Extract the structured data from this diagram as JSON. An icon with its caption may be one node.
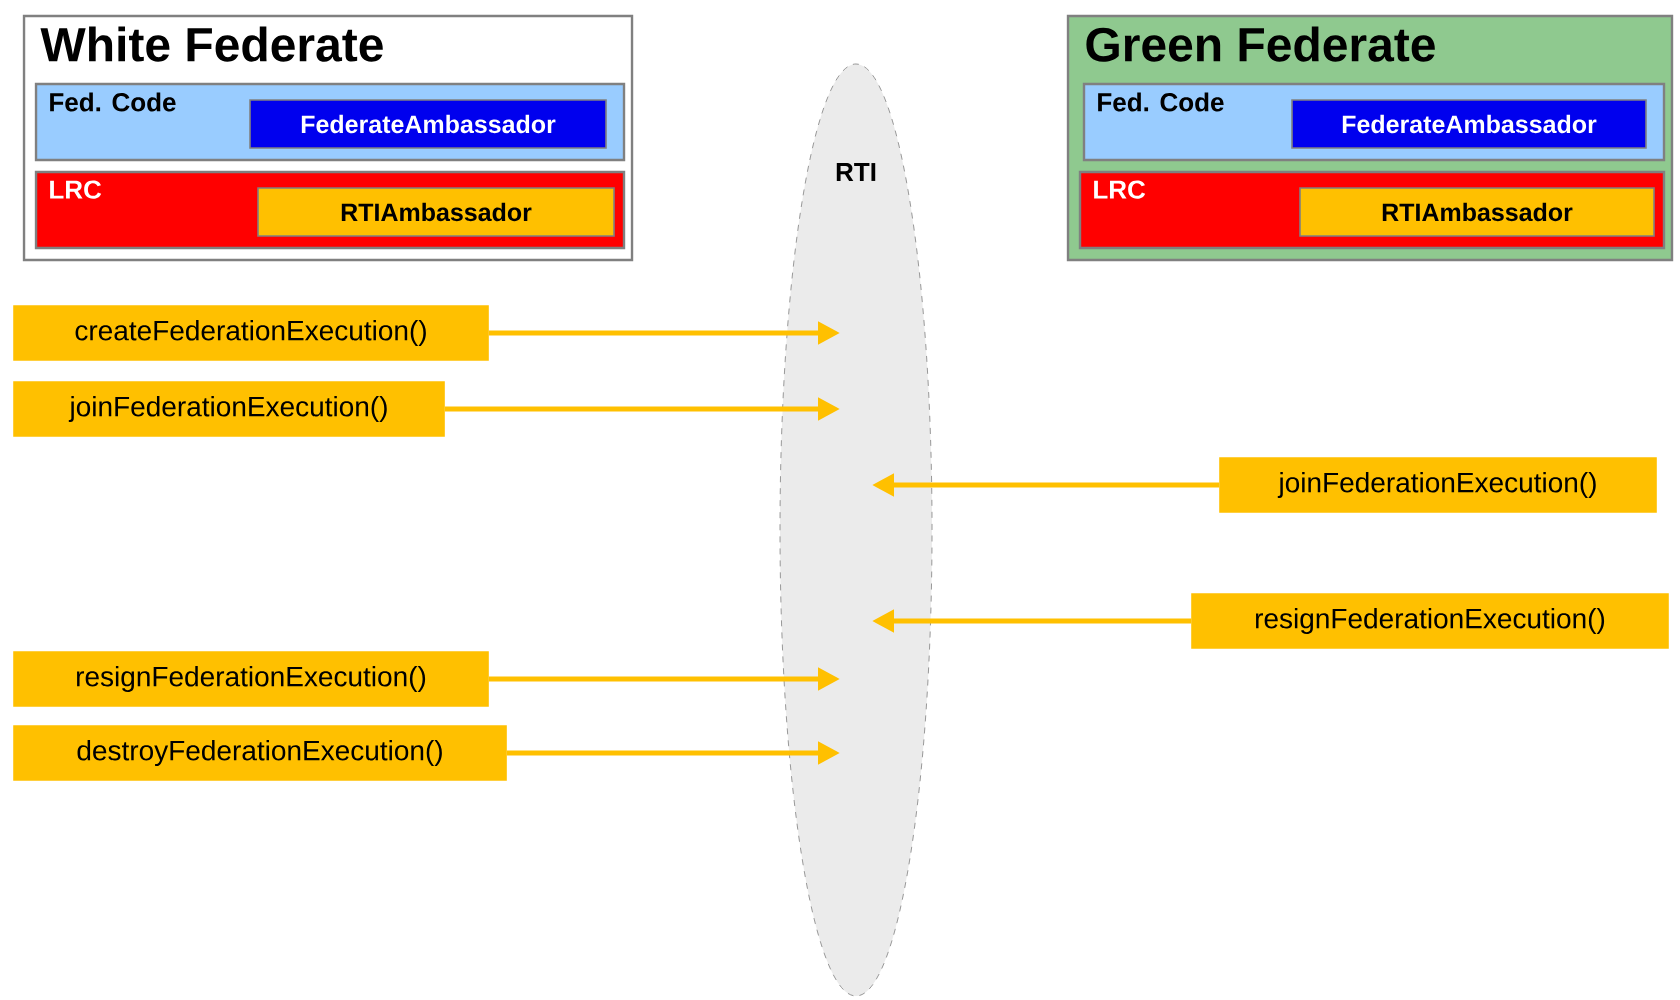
{
  "diagram": {
    "nodes": [
      {
        "text": [
          "White Federate"
        ]
      },
      {
        "text": [
          "Fed. Code"
        ],
        "in": 0
      },
      {
        "text": [
          "FederateAmbassador"
        ],
        "in": 1
      },
      {
        "text": [
          "LRC"
        ],
        "in": 0
      },
      {
        "text": [
          "RTIAmbassador"
        ],
        "in": 3
      },
      {
        "text": [
          "Green Federate"
        ]
      },
      {
        "text": [
          "Fed. Code"
        ],
        "in": 5
      },
      {
        "text": [
          "FederateAmbassador"
        ],
        "in": 6
      },
      {
        "text": [
          "LRC"
        ],
        "in": 5
      },
      {
        "text": [
          "RTIAmbassador"
        ],
        "in": 8
      },
      {
        "text": [
          "RTI"
        ]
      },
      {
        "text": [
          "createFederationExecution()"
        ]
      },
      {
        "text": [
          "joinFederationExecution()"
        ]
      },
      {
        "text": [
          "joinFederationExecution()"
        ]
      },
      {
        "text": [
          "resignFederationExecution()"
        ]
      },
      {
        "text": [
          "resignFederationExecution()"
        ]
      },
      {
        "text": [
          "destroyFederationExecution()"
        ]
      }
    ],
    "edges": [
      {
        "from": 11,
        "to": 10,
        "arrow": "to"
      },
      {
        "from": 12,
        "to": 10,
        "arrow": "to"
      },
      {
        "from": 13,
        "to": 10,
        "arrow": "to"
      },
      {
        "from": 14,
        "to": 10,
        "arrow": "to"
      },
      {
        "from": 15,
        "to": 10,
        "arrow": "to"
      },
      {
        "from": 16,
        "to": 10,
        "arrow": "to"
      }
    ]
  }
}
